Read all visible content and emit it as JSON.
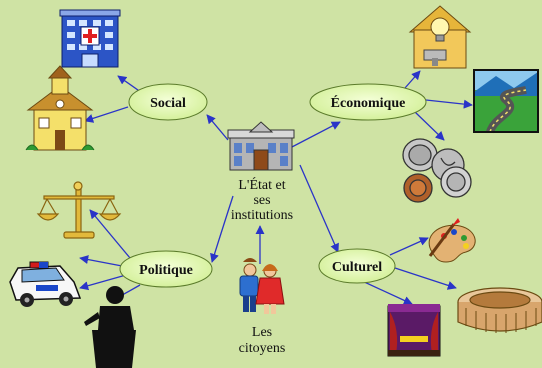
{
  "center": {
    "label_lines": [
      "L'État et",
      "ses",
      "institutions"
    ]
  },
  "nodes": {
    "social": "Social",
    "economique": "Économique",
    "politique": "Politique",
    "culturel": "Culturel"
  },
  "citizens": {
    "label_lines": [
      "Les",
      "citoyens"
    ]
  },
  "colors": {
    "background": "#cfe3a4",
    "oval_fill": "#e4f7b5",
    "arrow": "#2a34c8"
  },
  "icons": [
    "hospital-icon",
    "school-icon",
    "scales-of-justice-icon",
    "police-car-icon",
    "speaker-at-podium-icon",
    "lightbulb-house-icon",
    "winding-road-landscape-icon",
    "coins-icon",
    "paint-palette-icon",
    "colosseum-icon",
    "theater-stage-icon",
    "government-building-icon",
    "citizens-couple-icon"
  ]
}
